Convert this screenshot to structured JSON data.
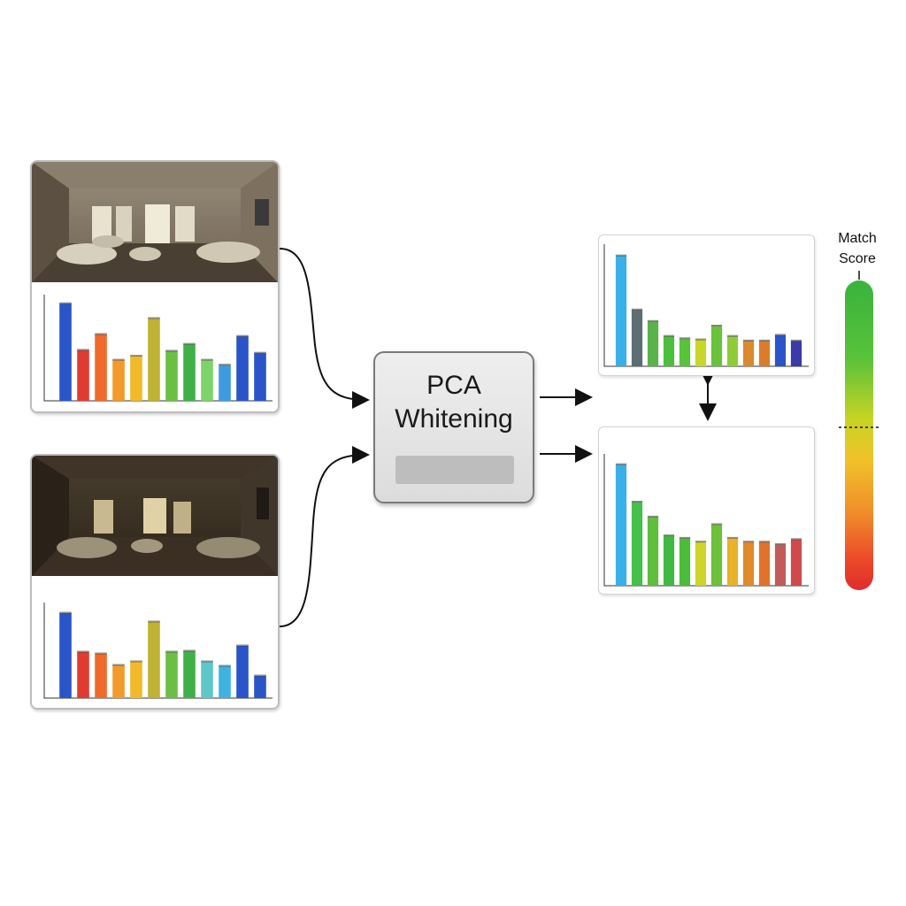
{
  "pca": {
    "title": "PCA\nWhitening"
  },
  "match_score": {
    "title": "Match\nScore",
    "marker_label": "",
    "gradient_top": "#39b33c",
    "gradient_bottom": "#e02c2c"
  },
  "chart_data": [
    {
      "type": "bar",
      "title": "",
      "xlabel": "",
      "ylabel": "",
      "ylim": [
        0,
        1
      ],
      "values": [
        0.98,
        0.51,
        0.67,
        0.41,
        0.45,
        0.83,
        0.5,
        0.57,
        0.41,
        0.36,
        0.65,
        0.48
      ],
      "colors": [
        "#2a55c8",
        "#e03b32",
        "#ef6a2b",
        "#f29a2a",
        "#f2b92a",
        "#c0b233",
        "#6cbf45",
        "#3fb048",
        "#7dd46a",
        "#3e9be0",
        "#2a55c8",
        "#2a55c8"
      ]
    },
    {
      "type": "bar",
      "title": "",
      "xlabel": "",
      "ylabel": "",
      "ylim": [
        0,
        1
      ],
      "values": [
        0.96,
        0.52,
        0.5,
        0.37,
        0.41,
        0.86,
        0.52,
        0.53,
        0.41,
        0.36,
        0.59,
        0.25
      ],
      "colors": [
        "#2a55c8",
        "#e03b32",
        "#ef6a2b",
        "#f29a2a",
        "#f2b92a",
        "#c0b233",
        "#6cbf45",
        "#3fb048",
        "#5fc7c8",
        "#3eb3e0",
        "#2a55c8",
        "#2a55c8"
      ]
    },
    {
      "type": "bar",
      "title": "",
      "xlabel": "",
      "ylabel": "",
      "ylim": [
        0,
        1
      ],
      "values": [
        0.96,
        0.49,
        0.39,
        0.26,
        0.24,
        0.23,
        0.35,
        0.26,
        0.22,
        0.22,
        0.27,
        0.22
      ],
      "colors": [
        "#3ab0e8",
        "#5c6e74",
        "#5bb24a",
        "#4cbf3d",
        "#58c33a",
        "#c9d62a",
        "#68c23a",
        "#8fcc3a",
        "#d98a2c",
        "#d97d2c",
        "#2a55c8",
        "#3a3aa8"
      ]
    },
    {
      "type": "bar",
      "title": "",
      "xlabel": "",
      "ylabel": "",
      "ylim": [
        0,
        1
      ],
      "values": [
        0.97,
        0.67,
        0.55,
        0.4,
        0.38,
        0.35,
        0.49,
        0.38,
        0.35,
        0.35,
        0.33,
        0.37
      ],
      "colors": [
        "#3ab0e8",
        "#45c04a",
        "#5fbf3d",
        "#40b942",
        "#4cbd3a",
        "#cfd42a",
        "#6cc03a",
        "#e8b22a",
        "#e08a2c",
        "#e0722c",
        "#c25a5a",
        "#cf4a4a"
      ]
    }
  ]
}
